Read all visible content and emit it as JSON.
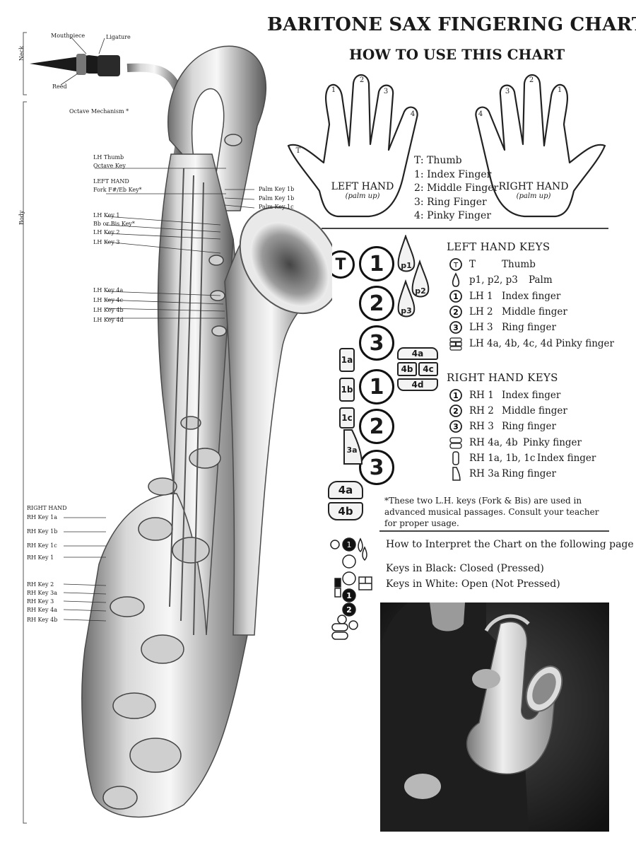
{
  "header": {
    "title": "BARITONE SAX FINGERING CHART",
    "subtitle": "HOW TO USE THIS CHART"
  },
  "hands": {
    "left": {
      "label": "LEFT HAND",
      "note": "(palm up)",
      "fingers": [
        "T",
        "1",
        "2",
        "3",
        "4"
      ]
    },
    "right": {
      "label": "RIGHT HAND",
      "note": "(palm up)",
      "fingers": [
        "1",
        "2",
        "3",
        "4"
      ]
    },
    "legend": [
      "T: Thumb",
      "1: Index Finger",
      "2: Middle Finger",
      "3: Ring Finger",
      "4: Pinky Finger"
    ]
  },
  "diagram_keys": {
    "thumb": "T",
    "lh": [
      "1",
      "2",
      "3"
    ],
    "palm": [
      "p1",
      "p2",
      "p3"
    ],
    "lh_pinky": [
      "4a",
      "4b",
      "4c",
      "4d"
    ],
    "side": [
      "1a",
      "1b",
      "1c"
    ],
    "rh": [
      "1",
      "2",
      "3"
    ],
    "rh_side": "3a",
    "rh_pinky": [
      "4a",
      "4b"
    ]
  },
  "left_hand_keys": {
    "heading": "LEFT HAND KEYS",
    "rows": [
      {
        "icon": "T",
        "code": "T",
        "desc": "Thumb"
      },
      {
        "icon": "palm",
        "code": "p1, p2, p3",
        "desc": "Palm"
      },
      {
        "icon": "1",
        "code": "LH 1",
        "desc": "Index finger"
      },
      {
        "icon": "2",
        "code": "LH 2",
        "desc": "Middle finger"
      },
      {
        "icon": "3",
        "code": "LH 3",
        "desc": "Ring finger"
      },
      {
        "icon": "pinky",
        "code": "LH 4a, 4b, 4c, 4d",
        "desc": "Pinky finger"
      }
    ]
  },
  "right_hand_keys": {
    "heading": "RIGHT HAND KEYS",
    "rows": [
      {
        "icon": "1",
        "code": "RH 1",
        "desc": "Index finger"
      },
      {
        "icon": "2",
        "code": "RH 2",
        "desc": "Middle finger"
      },
      {
        "icon": "3",
        "code": "RH 3",
        "desc": "Ring finger"
      },
      {
        "icon": "pinky",
        "code": "RH 4a, 4b",
        "desc": "Pinky finger"
      },
      {
        "icon": "side",
        "code": "RH 1a, 1b, 1c",
        "desc": "Index finger"
      },
      {
        "icon": "side3a",
        "code": "RH 3a",
        "desc": "Ring finger"
      }
    ]
  },
  "footnote": "*These two L.H. keys (Fork & Bis) are used in advanced musical passages. Consult your teacher for proper usage.",
  "interpret": {
    "heading": "How to Interpret the Chart on the following page",
    "black": "Keys in Black: Closed (Pressed)",
    "white": "Keys in White: Open (Not Pressed)"
  },
  "sax_labels": {
    "top": [
      "Mouthpiece",
      "Ligature",
      "Reed",
      "Octave Mechanism *"
    ],
    "neck": "Neck",
    "body": "Body",
    "left_thumb": [
      "LH Thumb",
      "Octave Key"
    ],
    "left_hand": [
      "LEFT HAND",
      "Fork F#/Eb Key*"
    ],
    "lh_keys": [
      "LH Key 1",
      "Bb or Bis Key*",
      "LH Key 2",
      "LH Key 3"
    ],
    "lh_pinky": [
      "LH Key 4a",
      "LH Key 4c",
      "LH Key 4b",
      "LH Key 4d"
    ],
    "palm": [
      "Palm Key 1b",
      "Palm Key 1b",
      "Palm Key 1c"
    ],
    "right_hand_head": "RIGHT HAND",
    "rh_side": [
      "RH Key 1a",
      "RH Key 1b",
      "RH Key 1c",
      "RH Key 1"
    ],
    "rh_lower": [
      "RH Key 2",
      "RH Key 3a",
      "RH Key 3",
      "RH Key 4a",
      "RH Key 4b"
    ]
  },
  "colors": {
    "ink": "#111111",
    "paper": "#ffffff",
    "photo_bg": "#262626"
  }
}
